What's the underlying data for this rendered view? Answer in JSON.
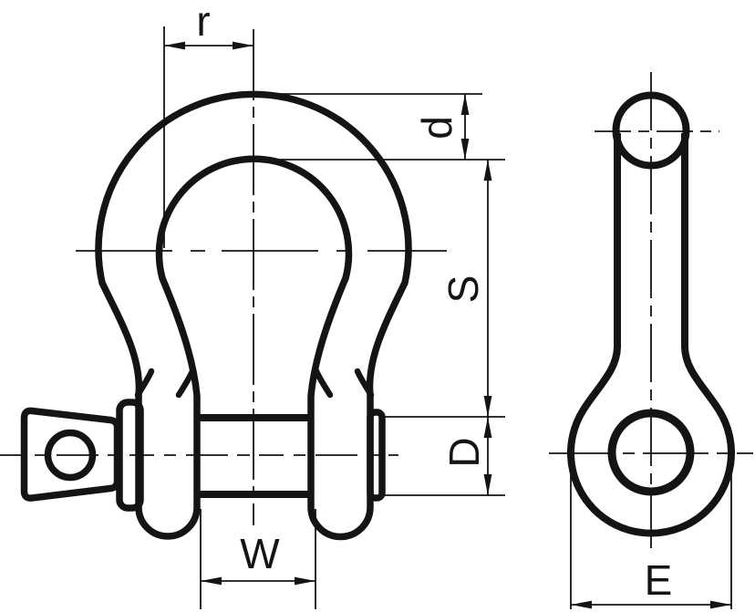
{
  "figure": {
    "description": "Dimensioned engineering line drawing of a screw-pin bow shackle: front view on the left, side view on the right",
    "background_color": "#ffffff",
    "line_color": "#141414",
    "dimension_labels": {
      "r": "r",
      "d": "d",
      "S": "S",
      "D": "D",
      "W": "W",
      "E": "E"
    }
  }
}
